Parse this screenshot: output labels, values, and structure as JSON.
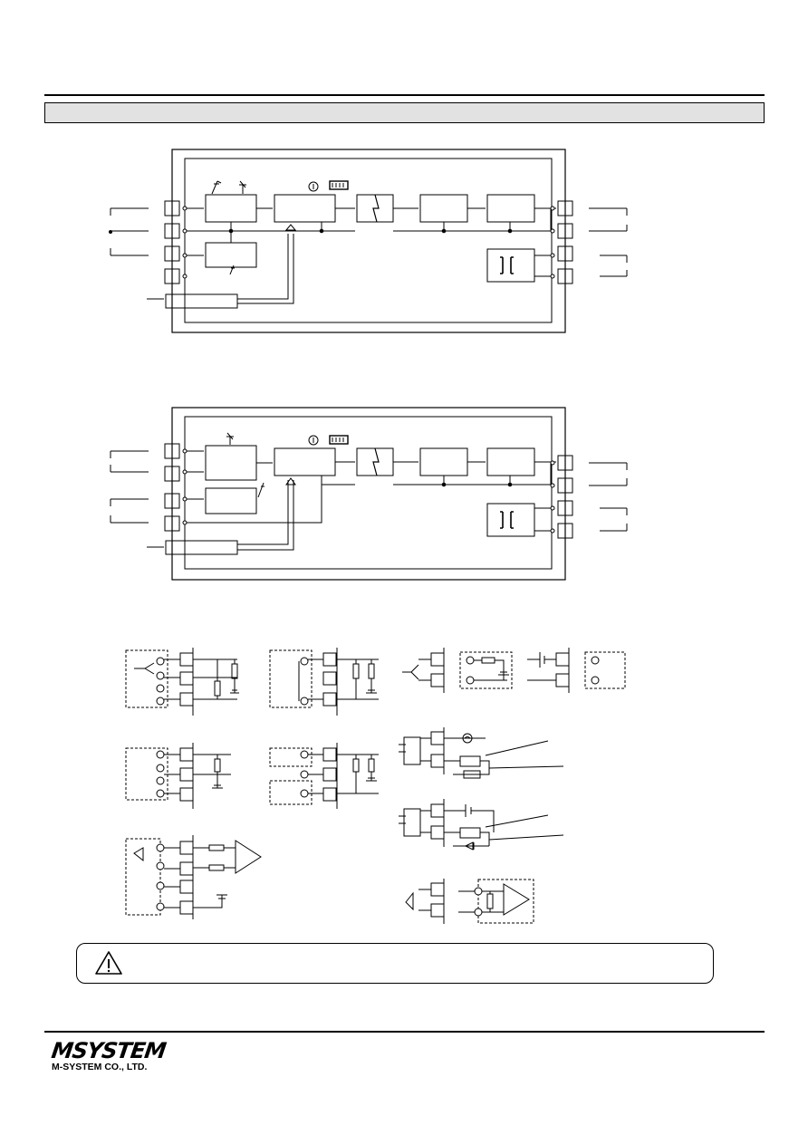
{
  "header": {
    "section_title": ""
  },
  "diagrams": [
    {
      "kind": "block-diagram-1"
    },
    {
      "kind": "block-diagram-2"
    },
    {
      "kind": "input-connection-examples"
    }
  ],
  "warning": {
    "icon": "warning-triangle-icon",
    "text": ""
  },
  "footer": {
    "logo_mark": "MSYSTEM",
    "company_name": "M-SYSTEM CO., LTD."
  }
}
